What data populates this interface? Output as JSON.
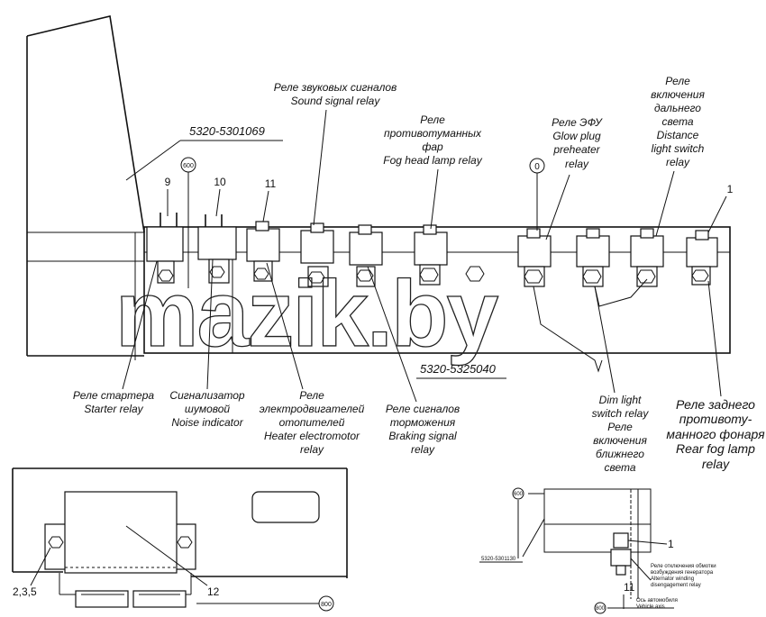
{
  "part_numbers": {
    "bracket_top": "5320-5301069",
    "panel": "5320-5325040"
  },
  "position_numbers": {
    "n9": "9",
    "n10": "10",
    "n11": "11",
    "n1": "1",
    "n235": "2,3,5",
    "n12": "12"
  },
  "callouts": {
    "c600": "600",
    "c0": "0",
    "c800": "800"
  },
  "labels": {
    "sound": [
      "Реле звуковых сигналов",
      "Sound signal relay"
    ],
    "foghead": [
      "Реле",
      "противотуманных",
      "фар",
      "Fog head lamp relay"
    ],
    "glow": [
      "Реле ЭФУ",
      "Glow plug",
      "preheater",
      "relay"
    ],
    "distance": [
      "Реле",
      "включения",
      "дальнего",
      "света",
      "Distance",
      "light switch",
      "relay"
    ],
    "starter": [
      "Реле стартера",
      "Starter relay"
    ],
    "noise": [
      "Сигнализатор",
      "шумовой",
      "Noise indicator"
    ],
    "heater": [
      "Реле",
      "электродвигателей",
      "отопителей",
      "Heater electromotor",
      "relay"
    ],
    "braking": [
      "Реле сигналов",
      "торможения",
      "Braking signal",
      "relay"
    ],
    "dim": [
      "Dim light",
      "switch relay",
      "Реле",
      "включения",
      "ближнего",
      "света"
    ],
    "rearfog": [
      "Реле заднего",
      "противоту-",
      "манного фонаря",
      "Rear fog lamp",
      "relay"
    ]
  },
  "watermark": "mazik.by",
  "detail": {
    "c600": "600",
    "c800": "800",
    "pn": "5320-5301130",
    "n1": "1",
    "n11": "11",
    "note1": "Реле отключения обмотки",
    "note2": "возбуждения генератора",
    "note3": "Alternator winding",
    "note4": "disengagement relay",
    "axis1": "Ось автомобиля",
    "axis2": "Vehicle axis"
  }
}
